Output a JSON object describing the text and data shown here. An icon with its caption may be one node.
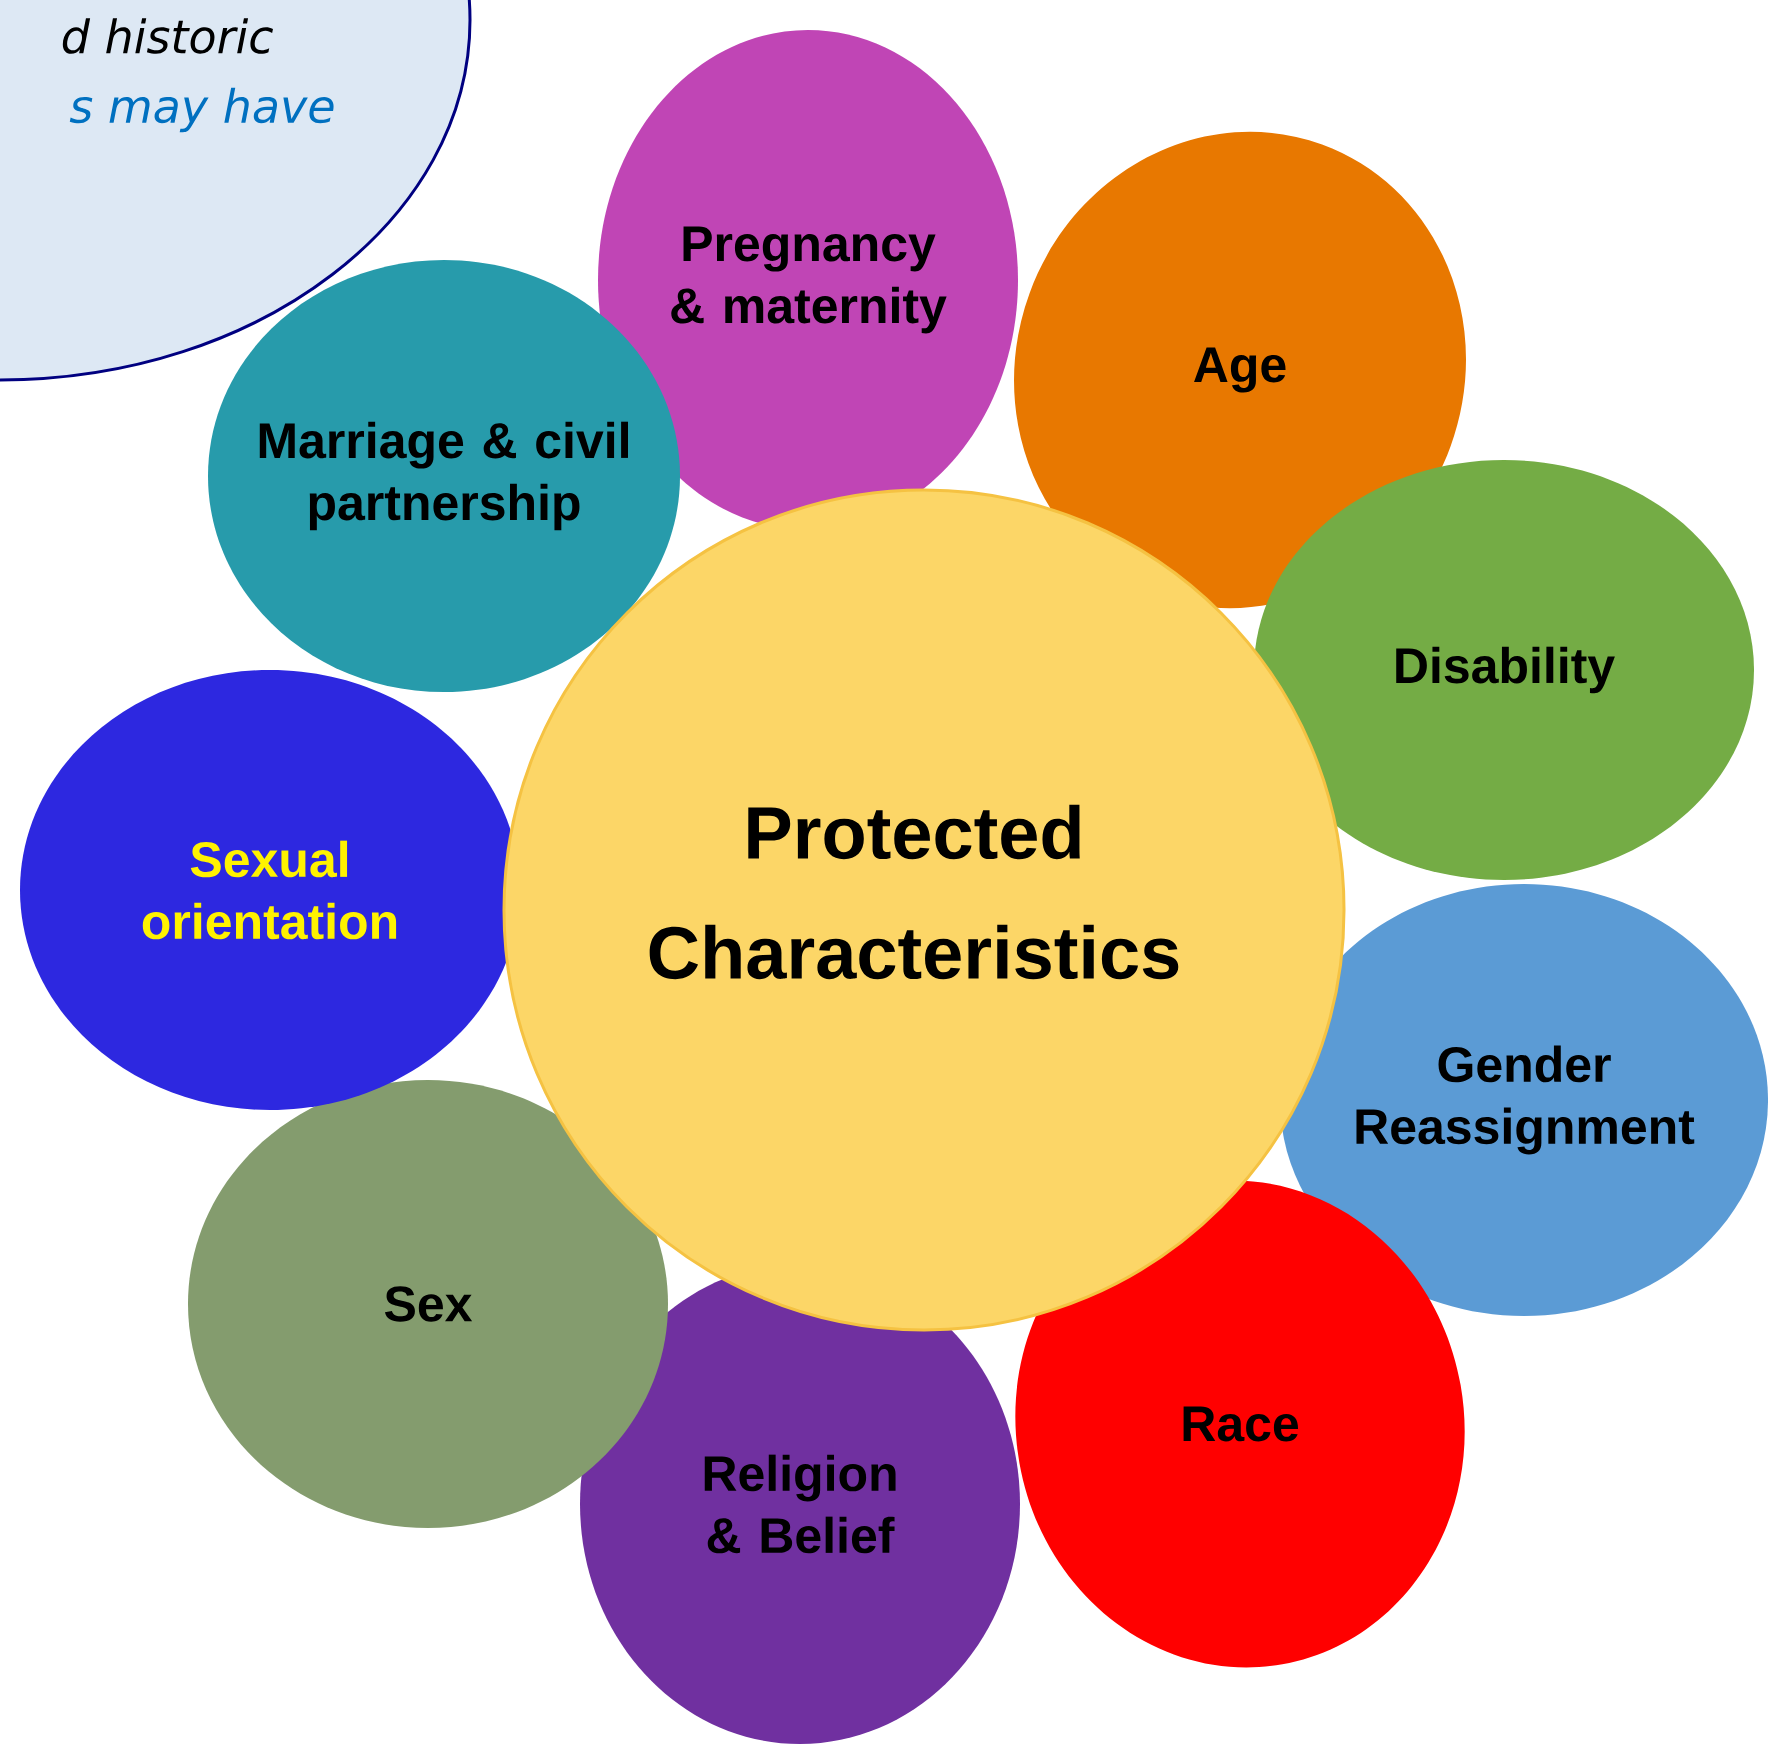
{
  "diagram": {
    "nodes": [
      {
        "text": [
          "d historic",
          "s may have"
        ]
      },
      {
        "text": [
          "Protected Characteristics"
        ]
      },
      {
        "text": [
          "Pregnancy & maternity"
        ]
      },
      {
        "text": [
          "Age"
        ]
      },
      {
        "text": [
          "Disability"
        ]
      },
      {
        "text": [
          "Gender Reassignment"
        ]
      },
      {
        "text": [
          "Race"
        ]
      },
      {
        "text": [
          "Religion & Belief"
        ]
      },
      {
        "text": [
          "Sex"
        ]
      },
      {
        "text": [
          "Sexual orientation"
        ]
      },
      {
        "text": [
          "Marriage & civil partnership"
        ]
      }
    ]
  }
}
